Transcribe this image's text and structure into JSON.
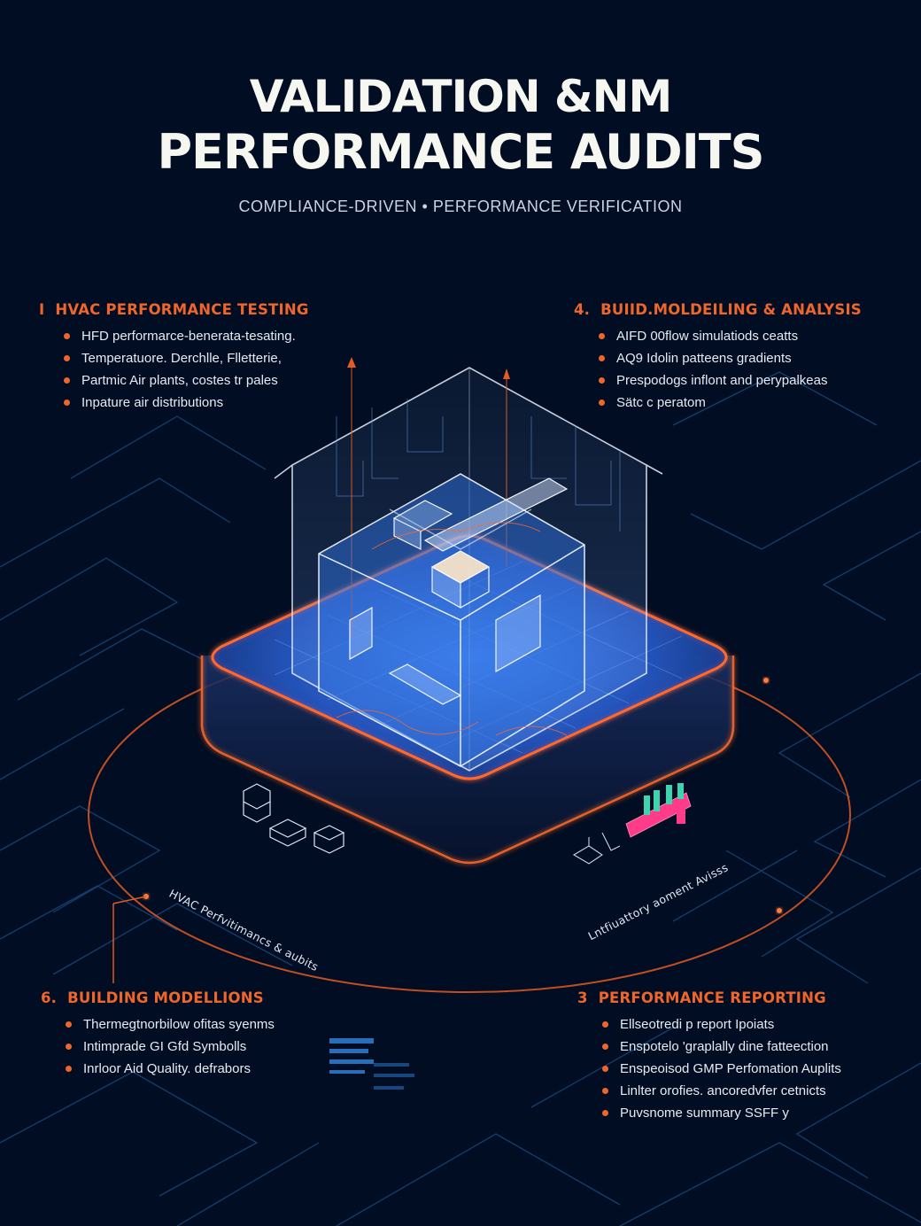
{
  "header": {
    "title_line1": "VALIDATION &NM",
    "title_line2": "PERFORMANCE AUDITS",
    "subtitle": "COMPLIANCE-DRIVEN • PERFORMANCE VERIFICATION"
  },
  "colors": {
    "background": "#010d22",
    "accent_orange": "#f0652a",
    "blueprint_blue": "#2f6fd8",
    "line_blue": "#1c4f8a",
    "chart_pink": "#ff3c8a",
    "chart_teal": "#3fd3b0"
  },
  "sections": {
    "top_left": {
      "number": "I",
      "heading": "HVAC PERFORMANCE TESTING",
      "items": [
        "HFD performarce-benerata-tesating.",
        "Temperatuore. Derchlle, Flletterie,",
        "Partmic Air plants, costes tr pales",
        "Inpature air distributions"
      ]
    },
    "top_right": {
      "number": "4.",
      "heading": "BUIID.MOLDEILING & ANALYSIS",
      "items": [
        "AIFD 00flow simulatiods ceatts",
        "AQ9 Idolin patteens gradients",
        "Prespodogs inflont and perypalkeas",
        "Sätc c peratom"
      ]
    },
    "bottom_left": {
      "number": "6.",
      "heading": "BUILDING MODELLIONS",
      "items": [
        "Thermegtnorbilow ofitas syenms",
        "Intimprade GI Gfd Symbolls",
        "Inrloor Aid Quality. defrabors"
      ]
    },
    "bottom_right": {
      "number": "3",
      "heading": "PERFORMANCE REPORTING",
      "items": [
        "Ellseotredi p report Ipoiats",
        "Enspotelo 'graplally dine fatteection",
        "Enspeoisod GMP Perfomation Auplits",
        "Linlter orofies. ancoredvfer cetnicts",
        "Puvsnome summary SSFF y"
      ]
    }
  },
  "illustration": {
    "left_curve_label": "HVAC Perfvitimancs & aubits",
    "right_curve_label": "Lntfiuattory aoment Avisss",
    "icons": [
      "isometric-building-icon",
      "hvac-unit-icon",
      "bar-chart-icon",
      "server-rack-icon",
      "pipe-fittings-icon"
    ]
  }
}
